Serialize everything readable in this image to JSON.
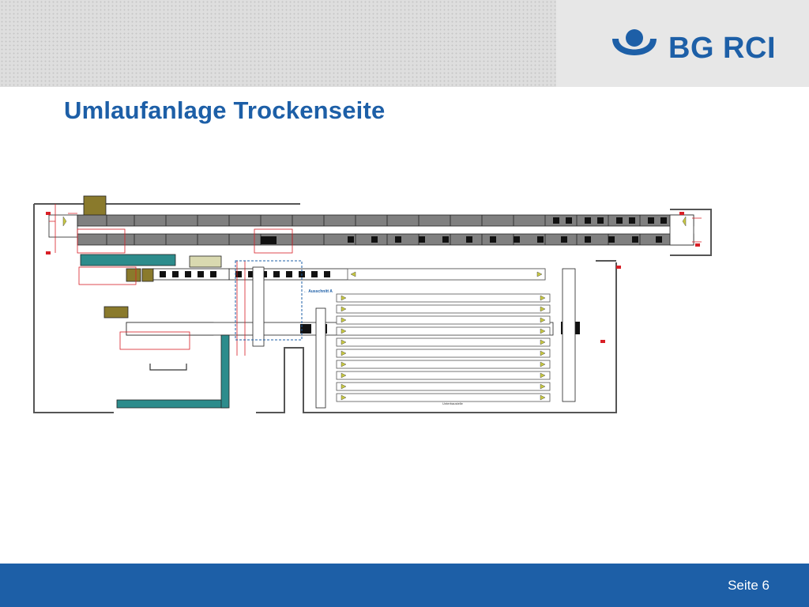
{
  "header": {
    "logo_text": "BG RCI",
    "title": "Umlaufanlage Trockenseite"
  },
  "drawing": {
    "labels": {
      "ausschnitt": "← Ausschnitt A",
      "unterbau": "Unterbaustelle"
    }
  },
  "footer": {
    "page_label": "Seite 6"
  },
  "colors": {
    "brand_blue": "#1d5fa7",
    "plan_red": "#d81f26",
    "plan_teal": "#2d8c8c",
    "plan_olive": "#8a7a2c"
  }
}
